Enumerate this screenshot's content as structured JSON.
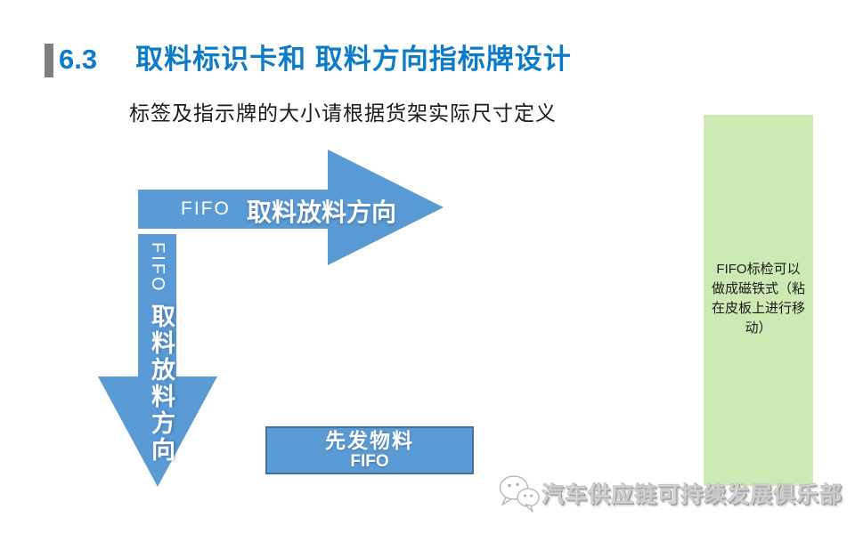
{
  "slide": {
    "section_number": "6.3",
    "title": "取料标识卡和 取料方向指标牌设计",
    "subtitle": "标签及指示牌的大小请根据货架实际尺寸定义"
  },
  "diagram": {
    "horizontal_arrow": {
      "fifo_label": "FIFO",
      "direction_label": "取料放料方向"
    },
    "vertical_arrow": {
      "fifo_label": "FIFO",
      "direction_label": "取料放料方向"
    },
    "fifo_box": {
      "line1": "先发物料",
      "line2": "FIFO"
    },
    "green_note": {
      "lines": [
        "FIFO标检可以",
        "做成磁铁式（粘",
        "在皮板上进行移",
        "动）"
      ]
    }
  },
  "footer": {
    "icon": "wechat-icon",
    "brand_text": "汽车供应链可持续发展俱乐部"
  },
  "colors": {
    "title_blue": "#0d7bc7",
    "accent_bar_gray": "#7f7f7f",
    "arrow_blue": "#5b9bd5",
    "box_border_blue": "#41719c",
    "note_green": "#cdeab4",
    "body_black": "#1a1a1a"
  }
}
